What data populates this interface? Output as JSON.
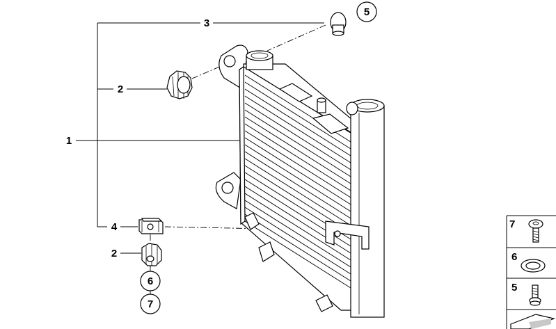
{
  "diagram": {
    "callouts": [
      {
        "id": "c1",
        "text": "1"
      },
      {
        "id": "c2a",
        "text": "2"
      },
      {
        "id": "c2b",
        "text": "2"
      },
      {
        "id": "c3",
        "text": "3"
      },
      {
        "id": "c4",
        "text": "4"
      },
      {
        "id": "c5",
        "text": "5"
      },
      {
        "id": "c6",
        "text": "6"
      },
      {
        "id": "c7",
        "text": "7"
      }
    ],
    "legend": [
      {
        "text": "7",
        "icon": "screw-icon"
      },
      {
        "text": "6",
        "icon": "washer-icon"
      },
      {
        "text": "5",
        "icon": "bolt-icon"
      }
    ]
  }
}
